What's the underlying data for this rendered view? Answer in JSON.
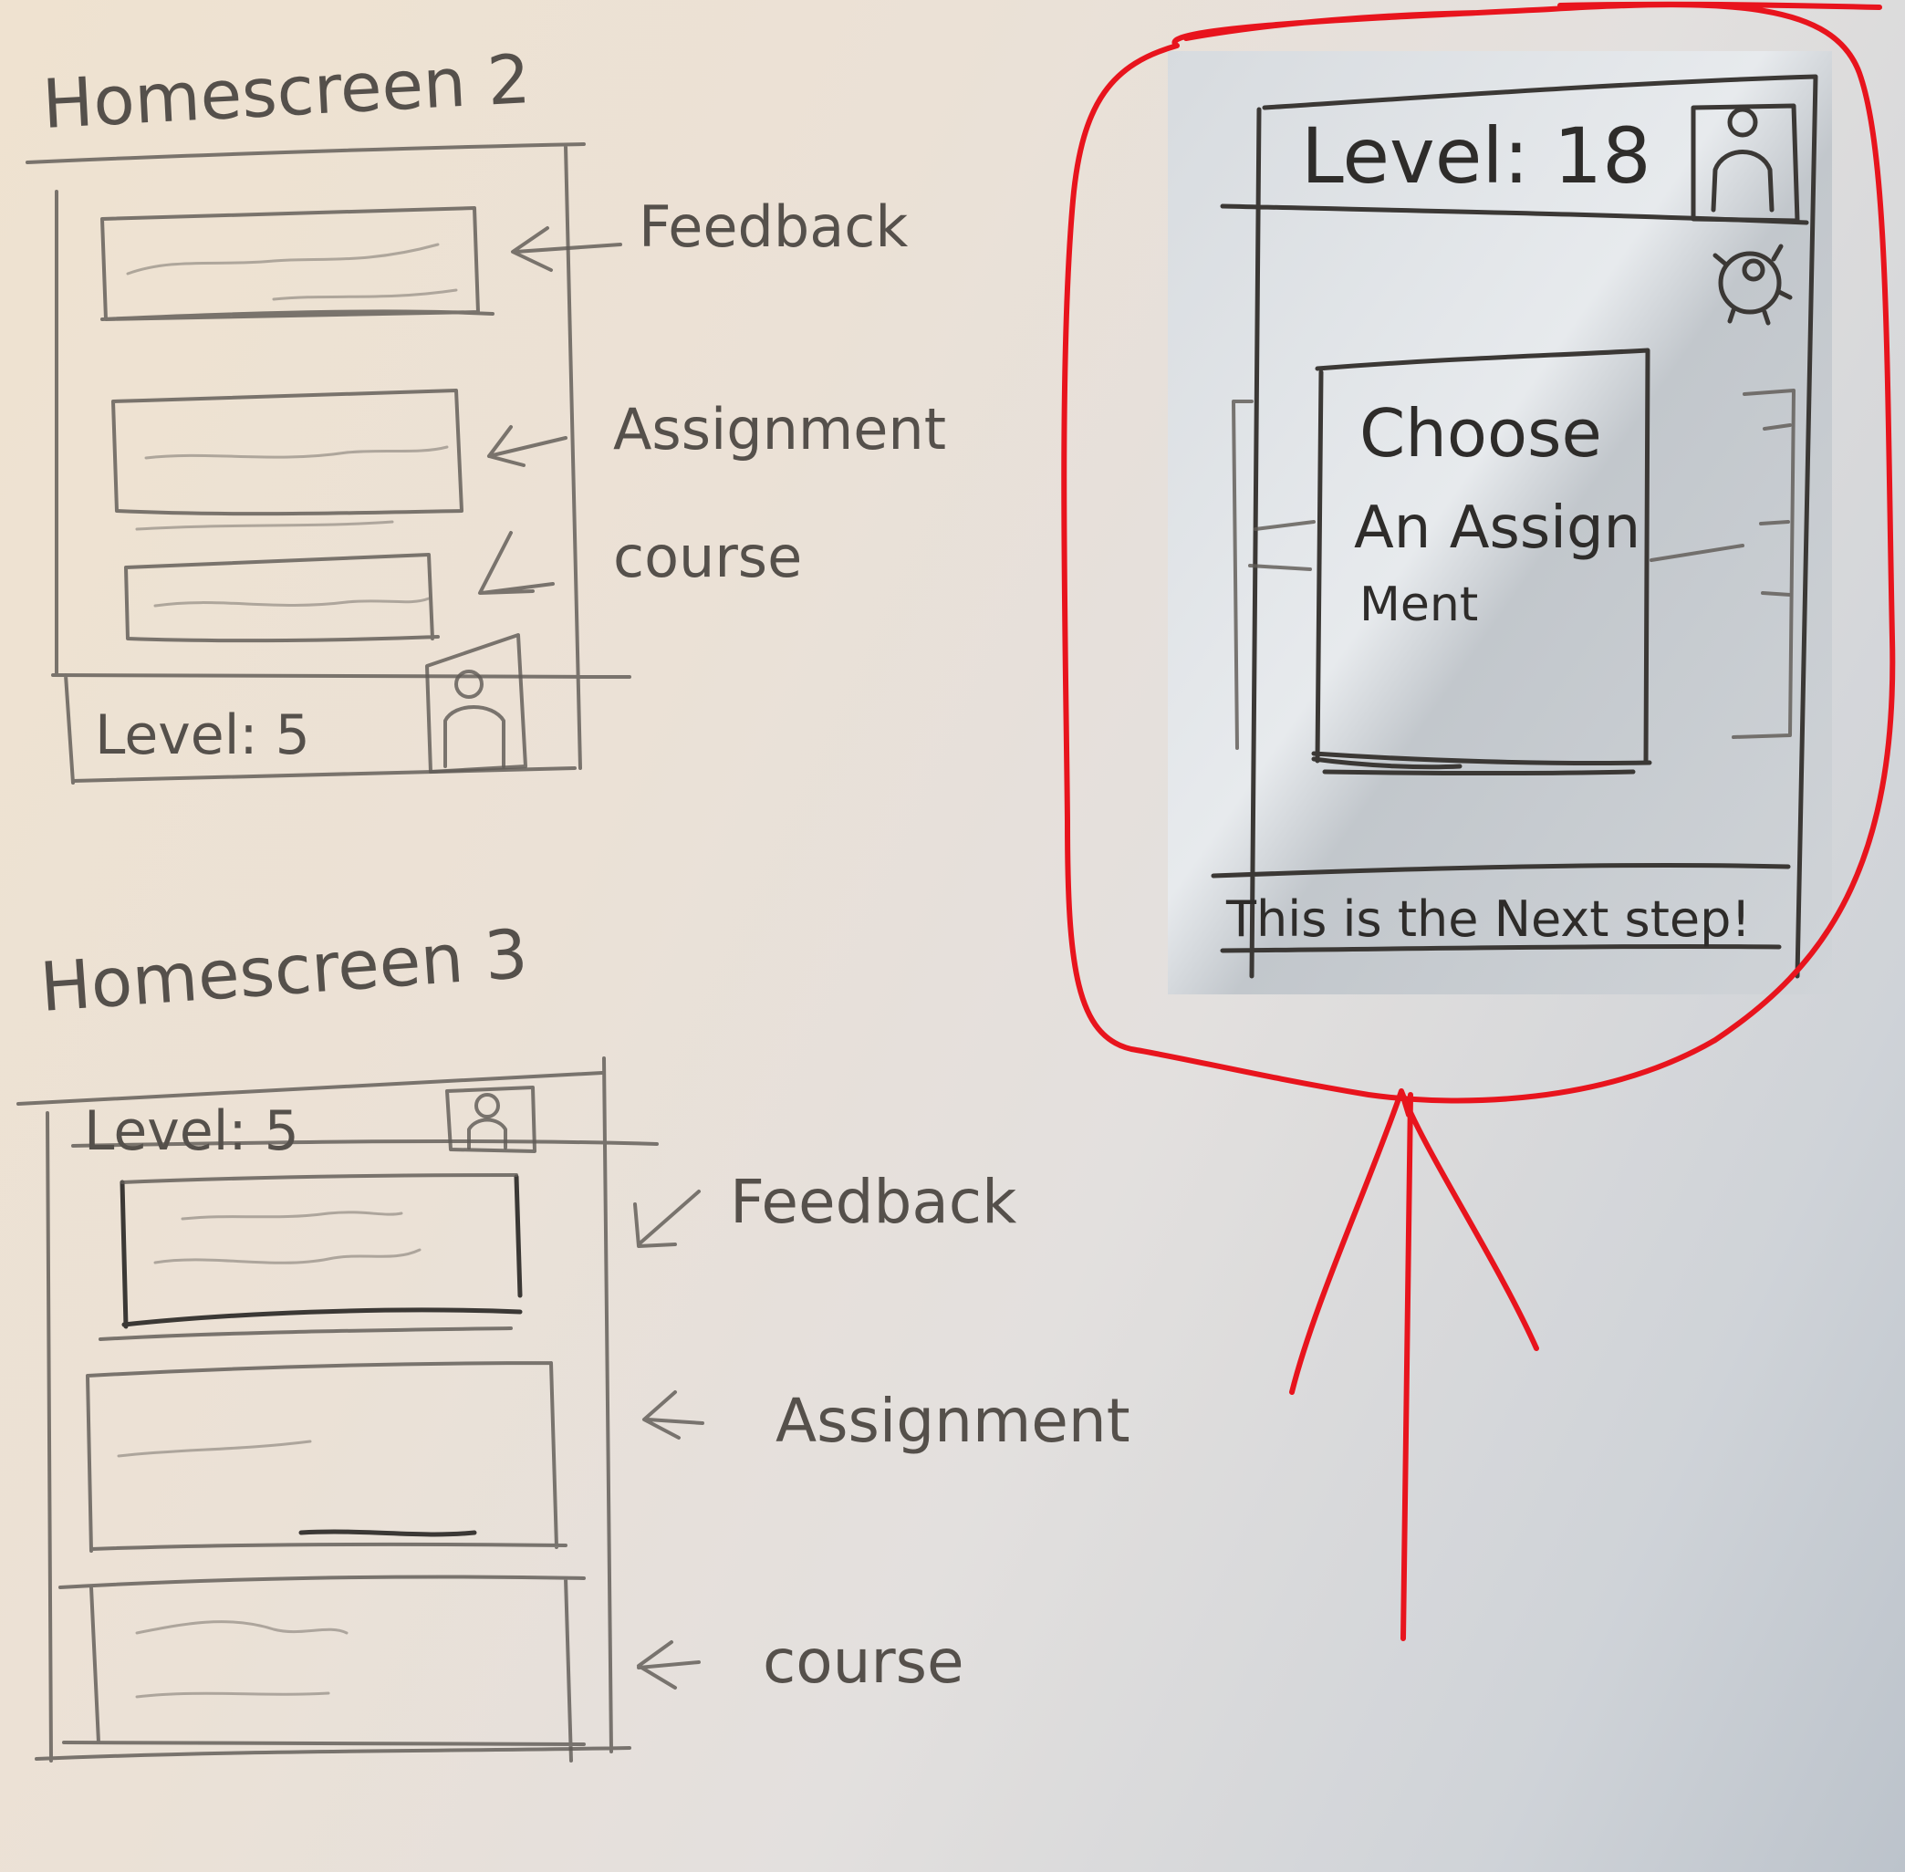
{
  "homescreen2": {
    "title": "Homescreen 2",
    "labels": {
      "feedback": "Feedback",
      "assignment": "Assignment",
      "course": "course"
    },
    "level_text": "Level: 5",
    "icons": [
      "user-avatar-icon"
    ]
  },
  "homescreen3": {
    "title": "Homescreen 3",
    "labels": {
      "feedback": "Feedback",
      "assignment": "Assignment",
      "course": "course"
    },
    "level_text": "Level: 5",
    "icons": [
      "user-avatar-icon"
    ]
  },
  "highlighted_screen": {
    "level_text": "Level: 18",
    "card_line1": "Choose",
    "card_line2": "An Assign",
    "card_line3": "Ment",
    "footer_text": "This is the Next step!",
    "icons": [
      "user-avatar-icon",
      "settings-gear-icon"
    ]
  },
  "annotation": {
    "color": "#e8141d",
    "marks": [
      "red-circle",
      "red-arrow"
    ]
  }
}
